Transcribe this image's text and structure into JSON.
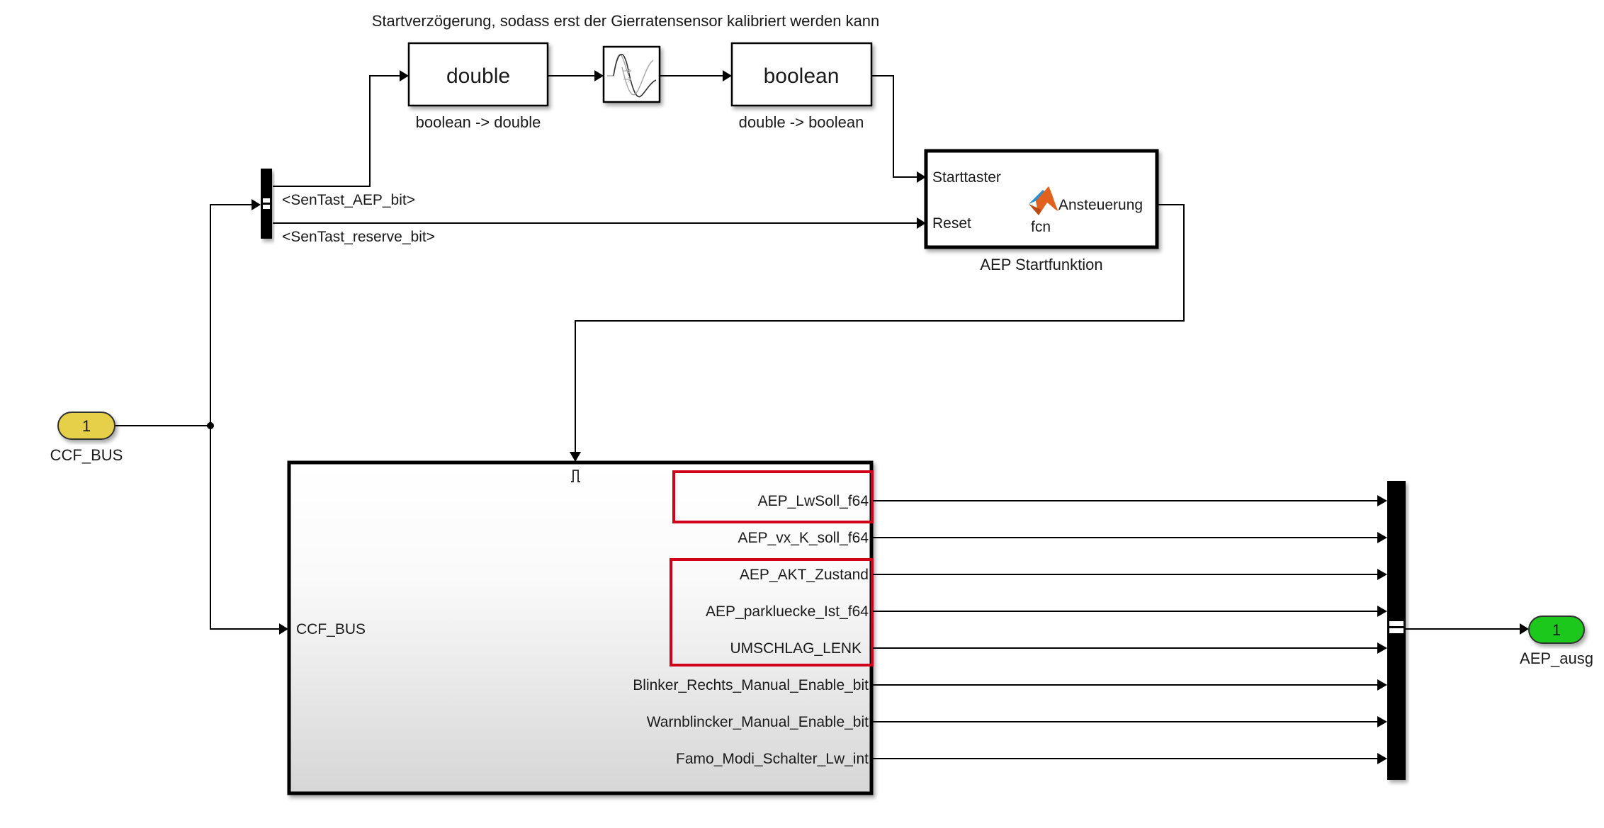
{
  "model": {
    "annotation": "Startverzögerung, sodass erst der Gierratensensor kalibriert werden kann",
    "inport": {
      "number": "1",
      "name": "CCF_BUS",
      "color": "#e6d04a"
    },
    "outport": {
      "number": "1",
      "name": "AEP_ausg",
      "color": "#1ec81e"
    },
    "bus_selector": {
      "outputs": [
        "<SenTast_AEP_bit>",
        "<SenTast_reserve_bit>"
      ]
    },
    "convert_to_double": {
      "text": "double",
      "name": "boolean -> double"
    },
    "delay_block": {
      "icon": "variable-delay-wave-icon"
    },
    "convert_to_boolean": {
      "text": "boolean",
      "name": "double -> boolean"
    },
    "matlab_function": {
      "name": "AEP Startfunktion",
      "inputs": [
        "Starttaster",
        "Reset"
      ],
      "output": "Ansteuerung",
      "function_name": "fcn",
      "icon": "matlab-logo-icon"
    },
    "subsystem": {
      "input": "CCF_BUS",
      "trigger_icon": "pulse-trigger-icon",
      "outputs": [
        {
          "name": "AEP_LwSoll_f64",
          "highlighted": true
        },
        {
          "name": "AEP_vx_K_soll_f64",
          "highlighted": false
        },
        {
          "name": "AEP_AKT_Zustand",
          "highlighted": true
        },
        {
          "name": "AEP_parkluecke_Ist_f64",
          "highlighted": true
        },
        {
          "name": "UMSCHLAG_LENK",
          "highlighted": true
        },
        {
          "name": "Blinker_Rechts_Manual_Enable_bit",
          "highlighted": false
        },
        {
          "name": "Warnblincker_Manual_Enable_bit",
          "highlighted": false
        },
        {
          "name": "Famo_Modi_Schalter_Lw_int",
          "highlighted": false
        }
      ],
      "highlight_color": "#d0021b"
    },
    "bus_creator": {
      "input_count": 8
    }
  }
}
